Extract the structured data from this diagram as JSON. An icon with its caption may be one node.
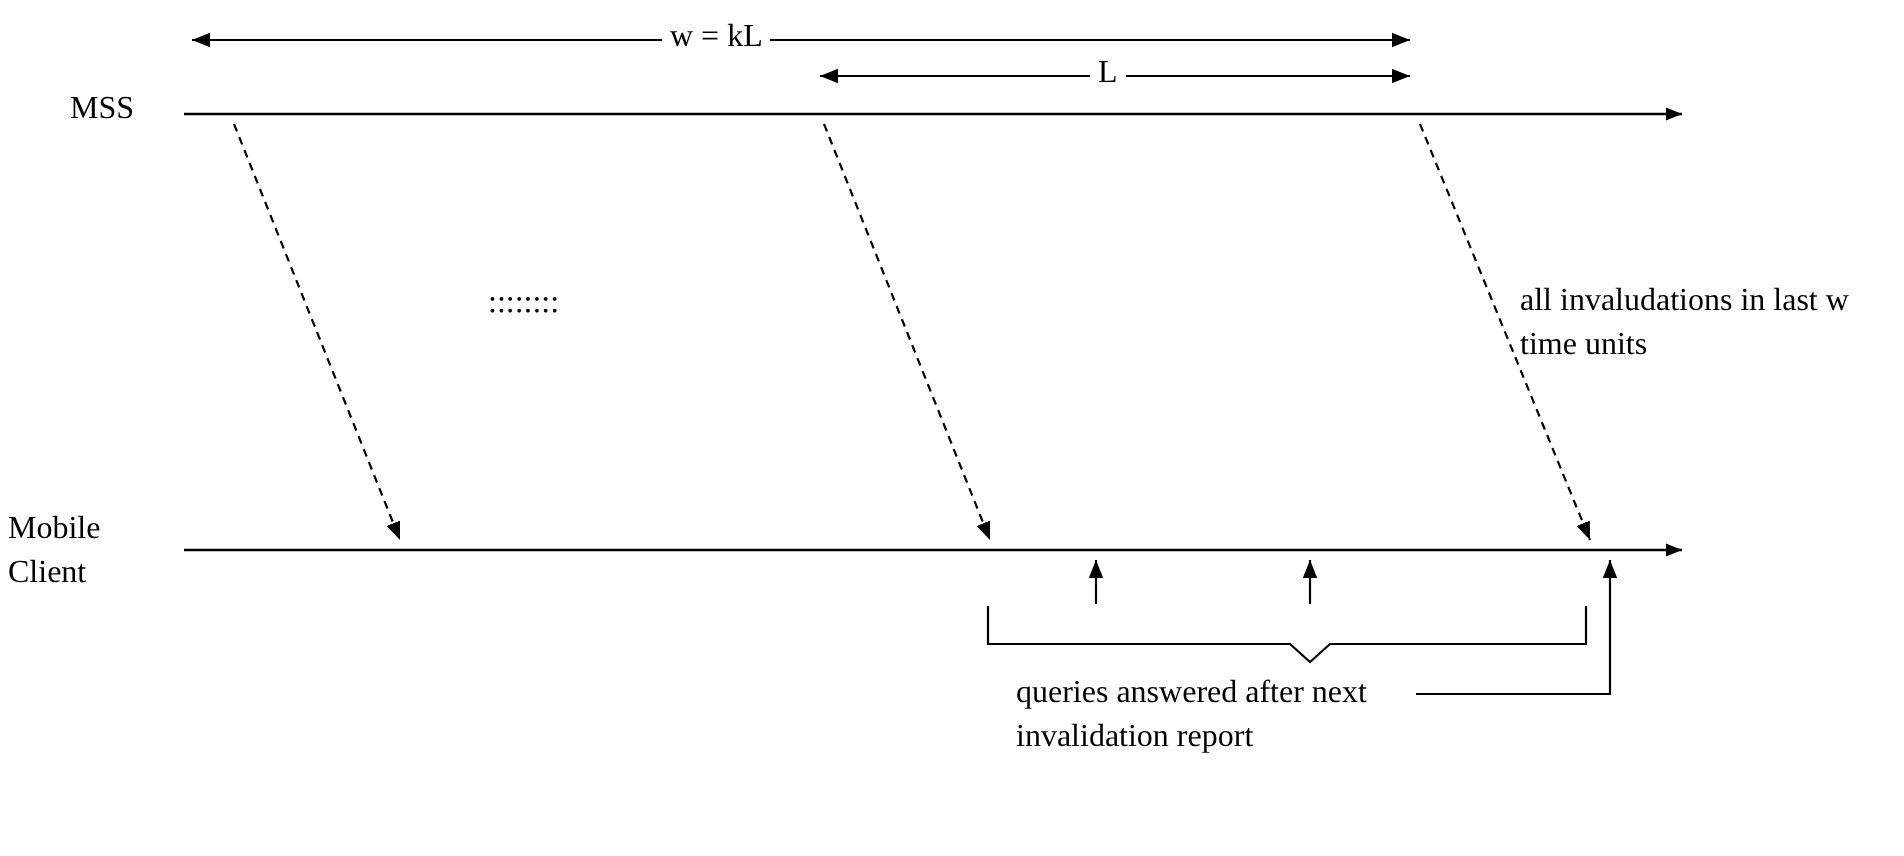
{
  "diagram": {
    "nodes": [
      {
        "text": [
          "MSS"
        ]
      },
      {
        "text": [],
        "shape": "line"
      },
      {
        "text": [
          "Mobile Client"
        ]
      },
      {
        "text": [],
        "shape": "line"
      },
      {
        "text": [
          "queries answered after next invalidation report"
        ]
      },
      {
        "text": [],
        "shape": "brace"
      }
    ],
    "edges": [
      {
        "from": 1,
        "to": 3,
        "arrow": "to",
        "style": "dashed"
      },
      {
        "from": 1,
        "to": 3,
        "arrow": "to",
        "style": "dashed"
      },
      {
        "from": 1,
        "to": 3,
        "arrow": "to",
        "style": "dashed"
      },
      {
        "from": 5,
        "to": 3,
        "arrow": "to"
      },
      {
        "from": 5,
        "to": 3,
        "arrow": "to"
      },
      {
        "from": 4,
        "to": 3,
        "arrow": "to"
      }
    ],
    "labels": [
      "w = kL",
      "L",
      "::::::::",
      "all invaludations in last w time units"
    ]
  }
}
